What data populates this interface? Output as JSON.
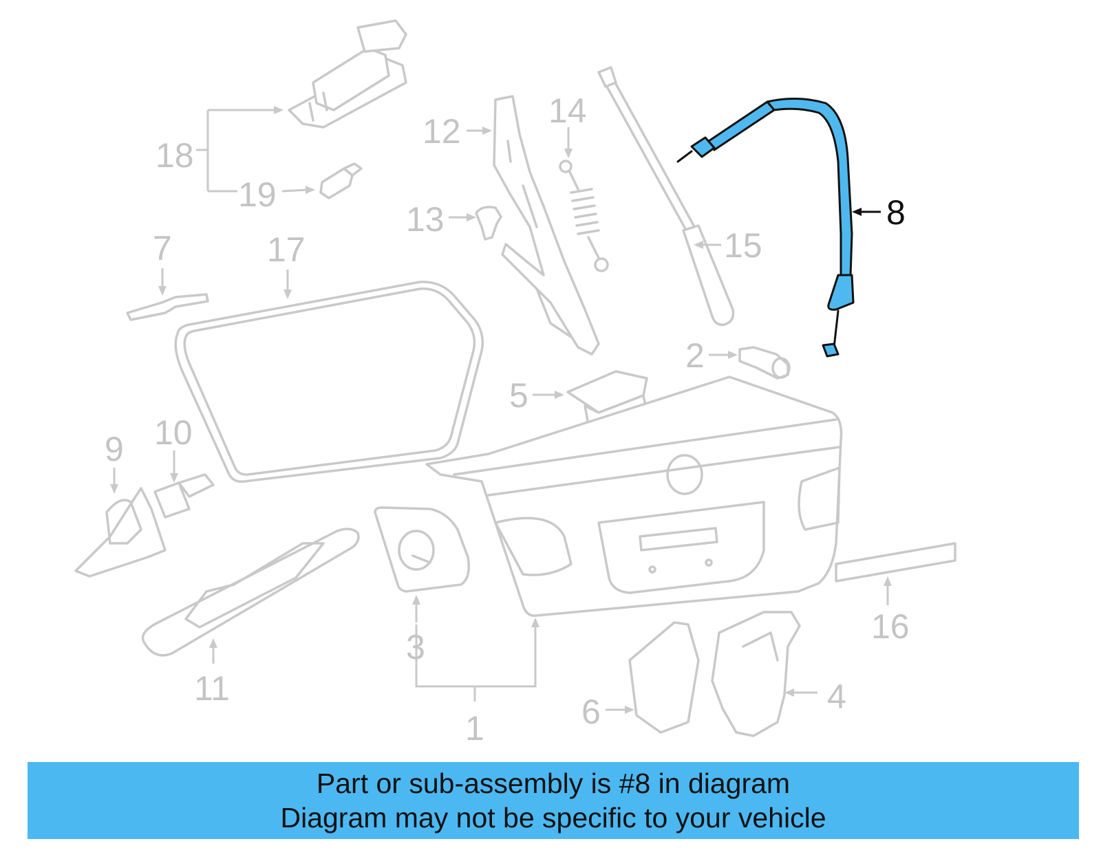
{
  "callouts": [
    {
      "id": "1",
      "label": "1"
    },
    {
      "id": "2",
      "label": "2"
    },
    {
      "id": "3",
      "label": "3"
    },
    {
      "id": "4",
      "label": "4"
    },
    {
      "id": "5",
      "label": "5"
    },
    {
      "id": "6",
      "label": "6"
    },
    {
      "id": "7",
      "label": "7"
    },
    {
      "id": "8",
      "label": "8"
    },
    {
      "id": "9",
      "label": "9"
    },
    {
      "id": "10",
      "label": "10"
    },
    {
      "id": "11",
      "label": "11"
    },
    {
      "id": "12",
      "label": "12"
    },
    {
      "id": "13",
      "label": "13"
    },
    {
      "id": "14",
      "label": "14"
    },
    {
      "id": "15",
      "label": "15"
    },
    {
      "id": "16",
      "label": "16"
    },
    {
      "id": "17",
      "label": "17"
    },
    {
      "id": "18",
      "label": "18"
    },
    {
      "id": "19",
      "label": "19"
    }
  ],
  "highlighted_part": "8",
  "colors": {
    "highlight": "#4cb8f2",
    "part_outline": "#c9c9c9",
    "callout_text": "#c4c4c4"
  },
  "banner": {
    "line1": "Part or sub-assembly is #8 in diagram",
    "line2": "Diagram may not be specific to your vehicle"
  }
}
